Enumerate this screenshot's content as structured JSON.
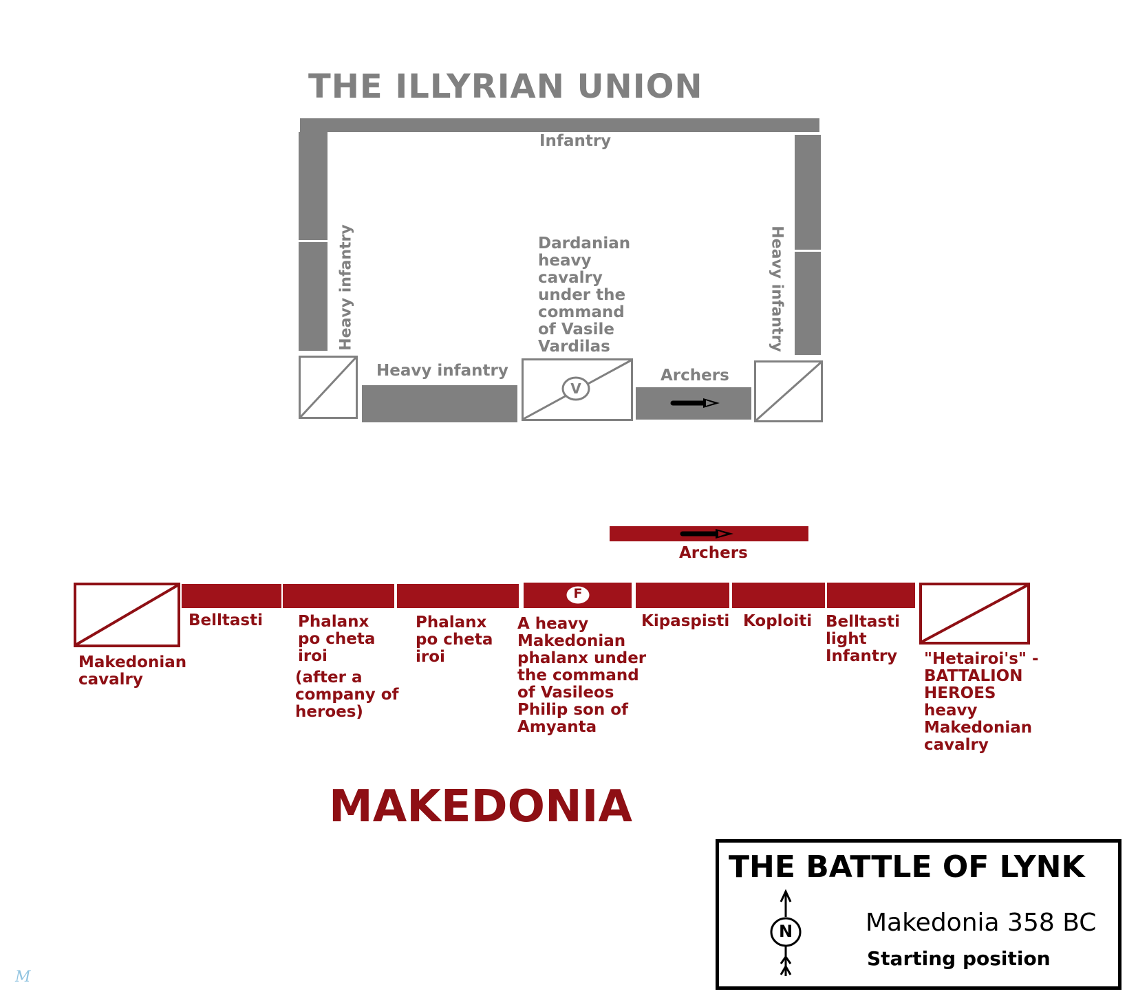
{
  "illyrian": {
    "title": "THE ILLYRIAN UNION",
    "color": "#808080",
    "labels": {
      "top_infantry": "Infantry",
      "left_heavy_infantry": "Heavy infantry",
      "right_heavy_infantry": "Heavy infantry",
      "front_heavy_infantry": "Heavy infantry",
      "dardanian": "Dardanian\nheavy\ncavalry\nunder the\ncommand\nof Vasile\nVardilas",
      "archers": "Archers",
      "commander_marker": "V"
    }
  },
  "makedonia": {
    "title": "MAKEDONIA",
    "color": "#a0121a",
    "labels": {
      "archers": "Archers",
      "left_cavalry": "Makedonian\ncavalry",
      "belltasti": "Belltasti",
      "phalanx_heroes": "Phalanx\npo cheta\niroi",
      "phalanx_heroes_note": "(after a\ncompany of\nheroes)",
      "phalanx": "Phalanx\npo cheta\niroi",
      "royal_phalanx": "A heavy\nMakedonian\nphalanx under\nthe command\nof Vasileos\nPhilip son of\nAmyanta",
      "kipaspisti": "Kipaspisti",
      "koploiti": "Koploiti",
      "belltasti_light": "Belltasti\nlight\nInfantry",
      "hetairoi": "\"Hetairoi's\" -\nBATTALION\nHEROES\nheavy\nMakedonian\ncavalry",
      "commander_marker": "F"
    }
  },
  "legend": {
    "title": "THE BATTLE OF LYNK",
    "subtitle": "Makedonia 358 BC",
    "caption": "Starting position",
    "compass_letter": "N"
  },
  "watermark": "M"
}
